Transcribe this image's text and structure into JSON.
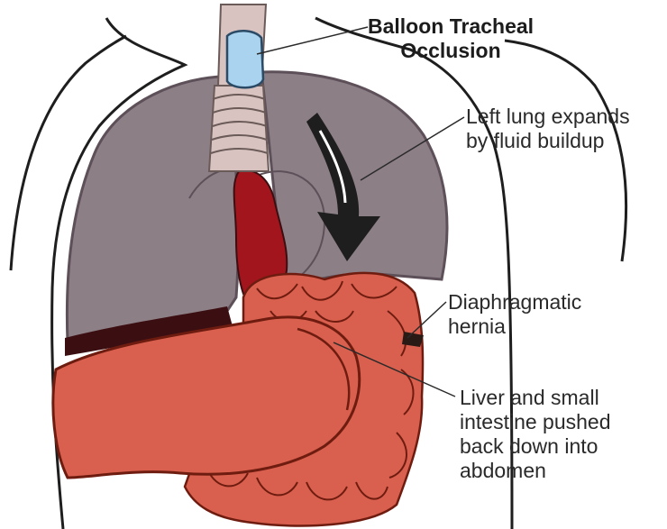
{
  "labels": {
    "balloon": "Balloon Tracheal\nOcclusion",
    "left_lung": "Left lung expands\nby fluid buildup",
    "hernia": "Diaphragmatic\nhernia",
    "liver": "Liver and small\nintestine pushed\nback down into\nabdomen"
  },
  "colors": {
    "lung": "#8d7f86",
    "lung_edge": "#5e5058",
    "balloon": "#a9d3ee",
    "trachea": "#d8c3c0",
    "heart": "#a3151c",
    "organ": "#d9604e",
    "organ_edge": "#6f1c10",
    "outline": "#1e1e1e"
  }
}
